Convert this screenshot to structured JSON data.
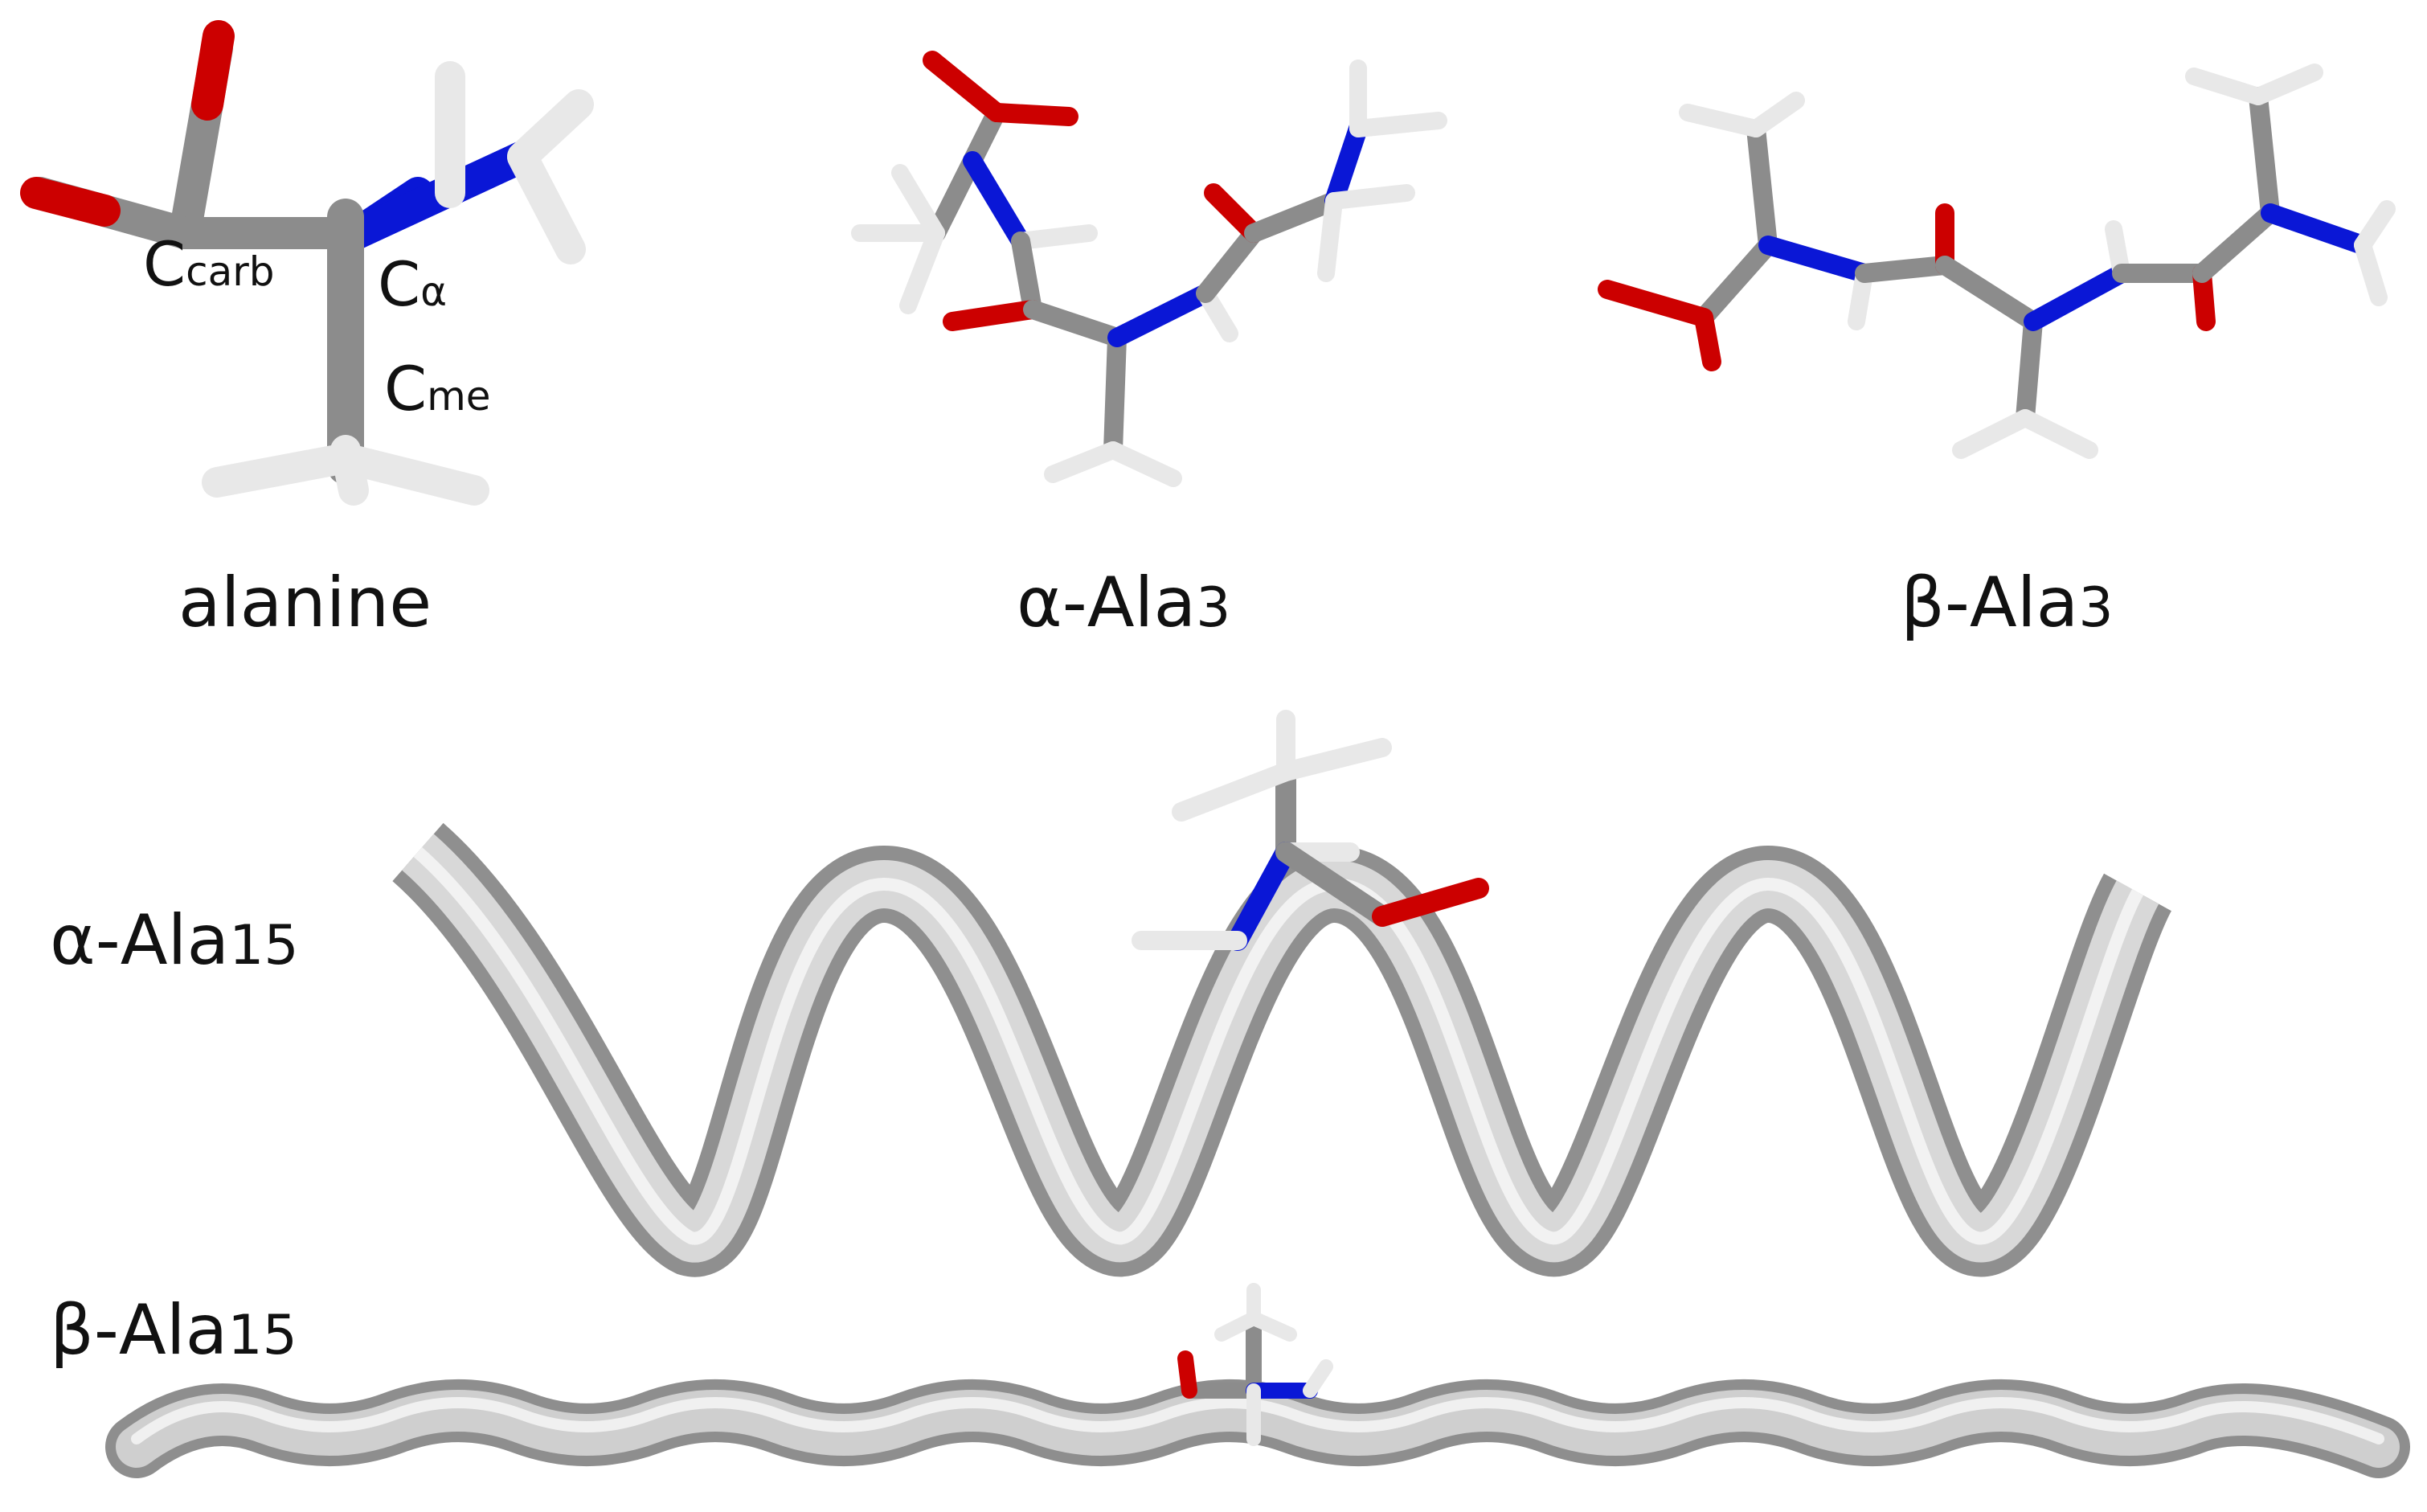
{
  "labels": {
    "alanine": "alanine",
    "alpha_ala3_prefix": "α-Ala",
    "alpha_ala3_sub": "3",
    "beta_ala3_prefix": "β-Ala",
    "beta_ala3_sub": "3",
    "alpha_ala15_prefix": "α-Ala",
    "alpha_ala15_sub": "15",
    "beta_ala15_prefix": "β-Ala",
    "beta_ala15_sub": "15"
  },
  "atom_labels": {
    "ccarb_main": "C",
    "ccarb_sub": "carb",
    "calpha_main": "C",
    "calpha_sub": "α",
    "cme_main": "C",
    "cme_sub": "me"
  },
  "colors": {
    "carbon": "#8c8c8c",
    "oxygen": "#cc0000",
    "nitrogen": "#0a17d6",
    "hydrogen": "#e8e8e8",
    "ribbon": "#c8c8c8"
  }
}
